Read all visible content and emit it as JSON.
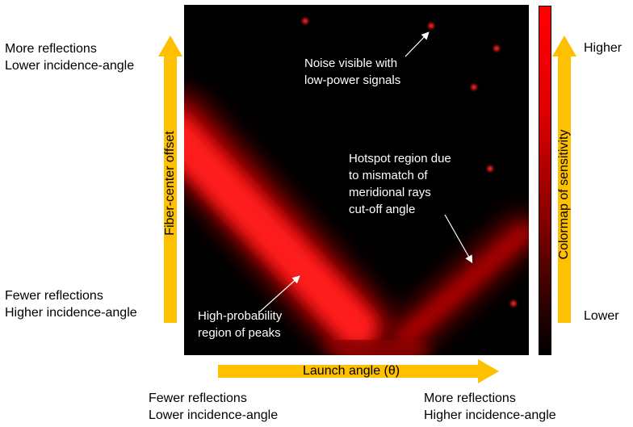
{
  "plot": {
    "annotation_noise": "Noise visible with\nlow-power signals",
    "annotation_hotspot": "Hotspot region due\nto mismatch of\nmeridional rays\ncut-off angle",
    "annotation_peaks": "High-probability\nregion of peaks"
  },
  "y_axis": {
    "label": "Fiber-center offset",
    "top_text": "More reflections\nLower incidence-angle",
    "bottom_text": "Fewer reflections\nHigher incidence-angle"
  },
  "x_axis": {
    "label": "Launch angle (θ)",
    "left_text": "Fewer reflections\nLower incidence-angle",
    "right_text": "More reflections\nHigher incidence-angle"
  },
  "colorbar": {
    "label": "Colormap of sensitivity",
    "high": "Higher",
    "low": "Lower",
    "colors": {
      "high": "#ff0000",
      "low": "#000000"
    }
  },
  "arrow_color": "#ffc000"
}
